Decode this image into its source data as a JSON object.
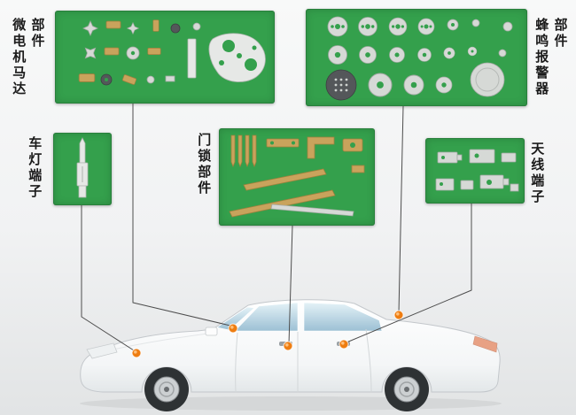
{
  "theme": {
    "panel_green": "#34a04c",
    "accent_orange": "#ee7d11",
    "line_color": "#4d4d4d",
    "label_color": "#1b1b1b",
    "bg_top": "#f8f9f9",
    "bg_bottom": "#e2e4e5"
  },
  "labels": {
    "micro_motor": {
      "line1": "部件",
      "line2": "微电机马达"
    },
    "buzzer": {
      "line1": "部件",
      "line2": "蜂鸣报警器"
    },
    "lamp": {
      "text": "车灯端子"
    },
    "door_lock": {
      "text": "门锁部件"
    },
    "antenna": {
      "text": "天线端子"
    }
  }
}
